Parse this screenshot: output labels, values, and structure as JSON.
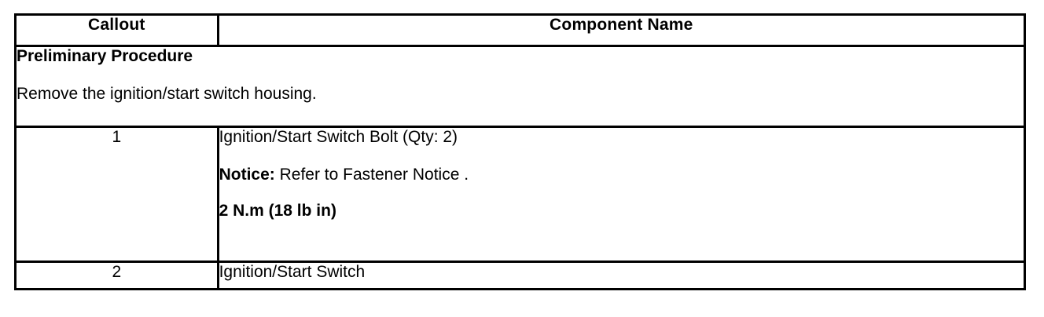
{
  "document": {
    "type": "service-manual-component-table",
    "colors": {
      "border": "#000000",
      "background": "#ffffff",
      "text": "#000000"
    }
  },
  "table": {
    "headers": {
      "callout": "Callout",
      "component_name": "Component Name"
    },
    "preliminary": {
      "heading": "Preliminary Procedure",
      "text": "Remove the ignition/start switch housing."
    },
    "rows": [
      {
        "callout": "1",
        "component_name": "Ignition/Start Switch Bolt (Qty: 2)",
        "notice_label": "Notice:",
        "notice_text": " Refer to Fastener Notice .",
        "torque": "2 N.m (18 lb in)"
      },
      {
        "callout": "2",
        "component_name": "Ignition/Start Switch"
      }
    ]
  }
}
